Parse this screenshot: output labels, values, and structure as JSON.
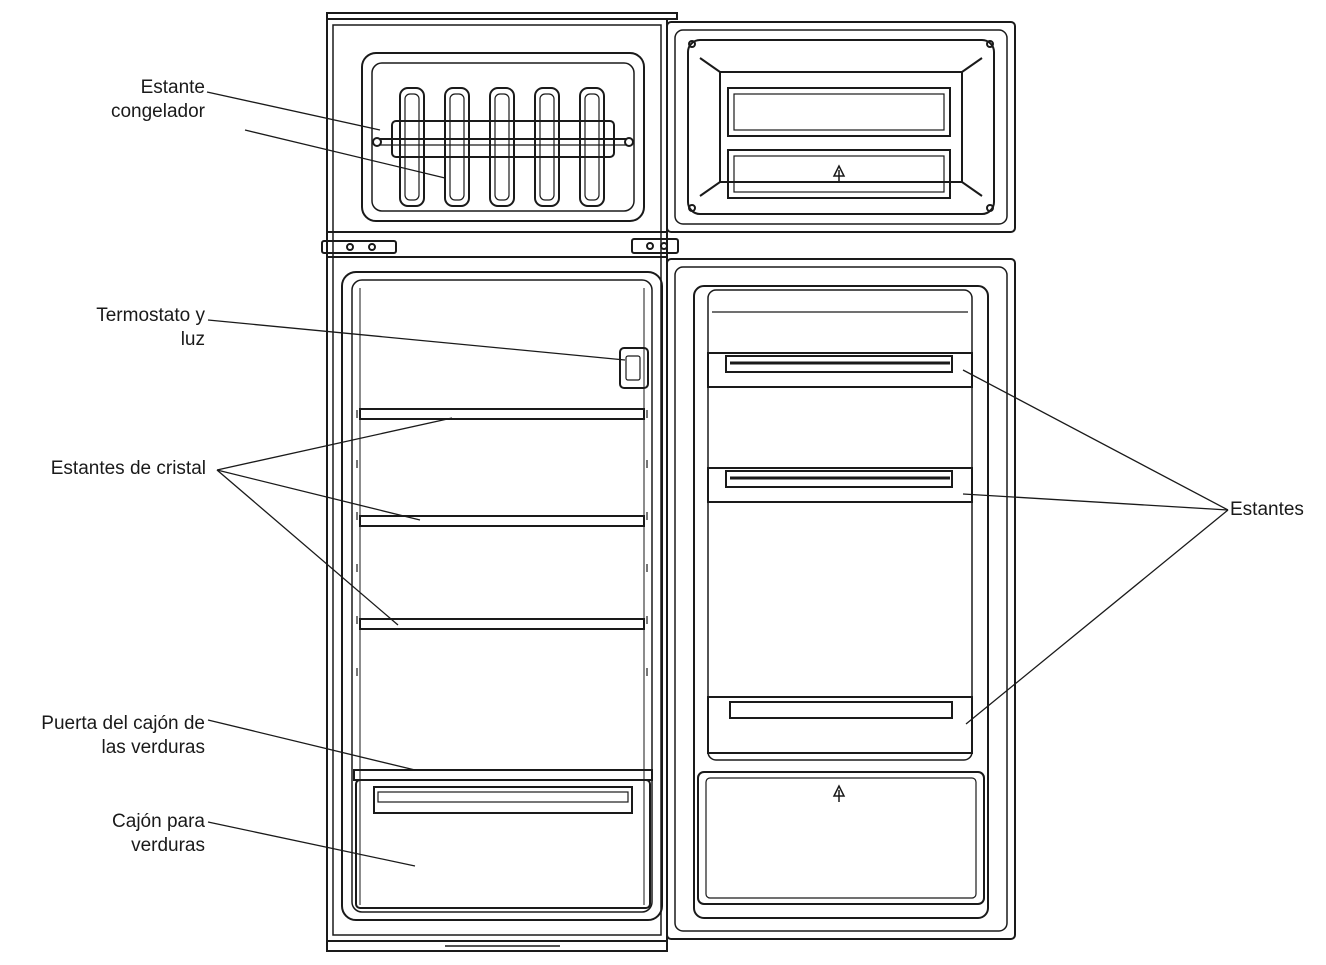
{
  "labels": {
    "freezer_shelf": [
      "Estante",
      "congelador"
    ],
    "thermostat": [
      "Termostato y",
      "luz"
    ],
    "glass_shelves": "Estantes de cristal",
    "crisper_cover": [
      "Puerta del cajón de",
      "las verduras"
    ],
    "crisper_drawer": [
      "Cajón para",
      "verduras"
    ],
    "door_shelves": "Estantes"
  },
  "icons": {
    "door_logo": "recycle-icon"
  },
  "colors": {
    "line": "#1a1a1a",
    "background": "#ffffff"
  }
}
